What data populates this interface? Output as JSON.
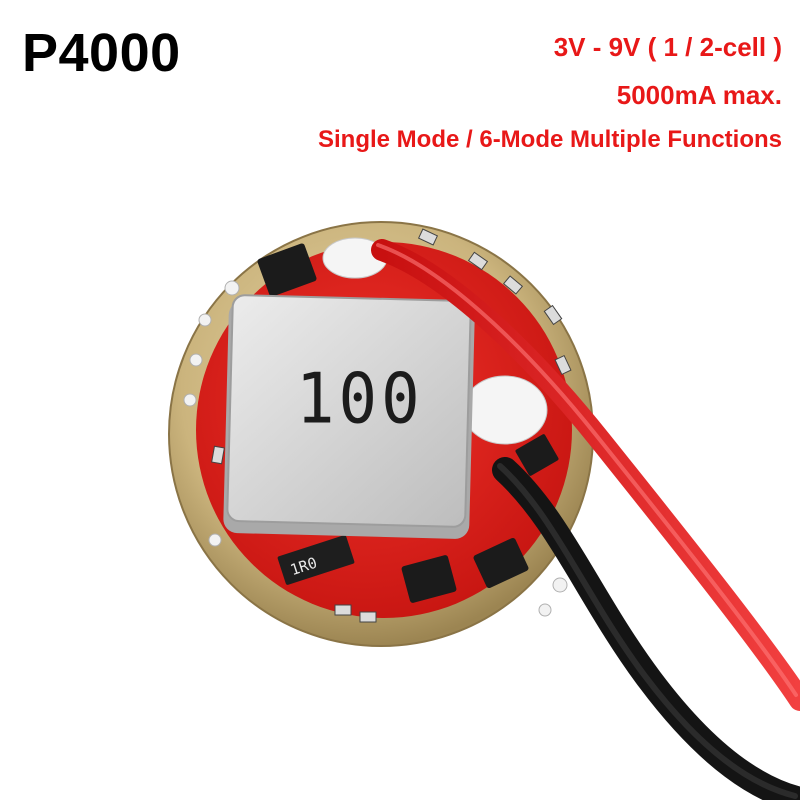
{
  "header": {
    "model": "P4000",
    "voltage": "3V - 9V ( 1 / 2-cell )",
    "current": "5000mA max.",
    "modes": "Single Mode / 6-Mode Multiple Functions"
  },
  "photo": {
    "inductor_marking": "100",
    "resistor_marking": "1R0"
  },
  "colors": {
    "spec_text": "#e81818",
    "model_text": "#000000",
    "pcb": "#e0201c",
    "ring": "#c8b27a",
    "inductor": "#d6d6d6"
  }
}
